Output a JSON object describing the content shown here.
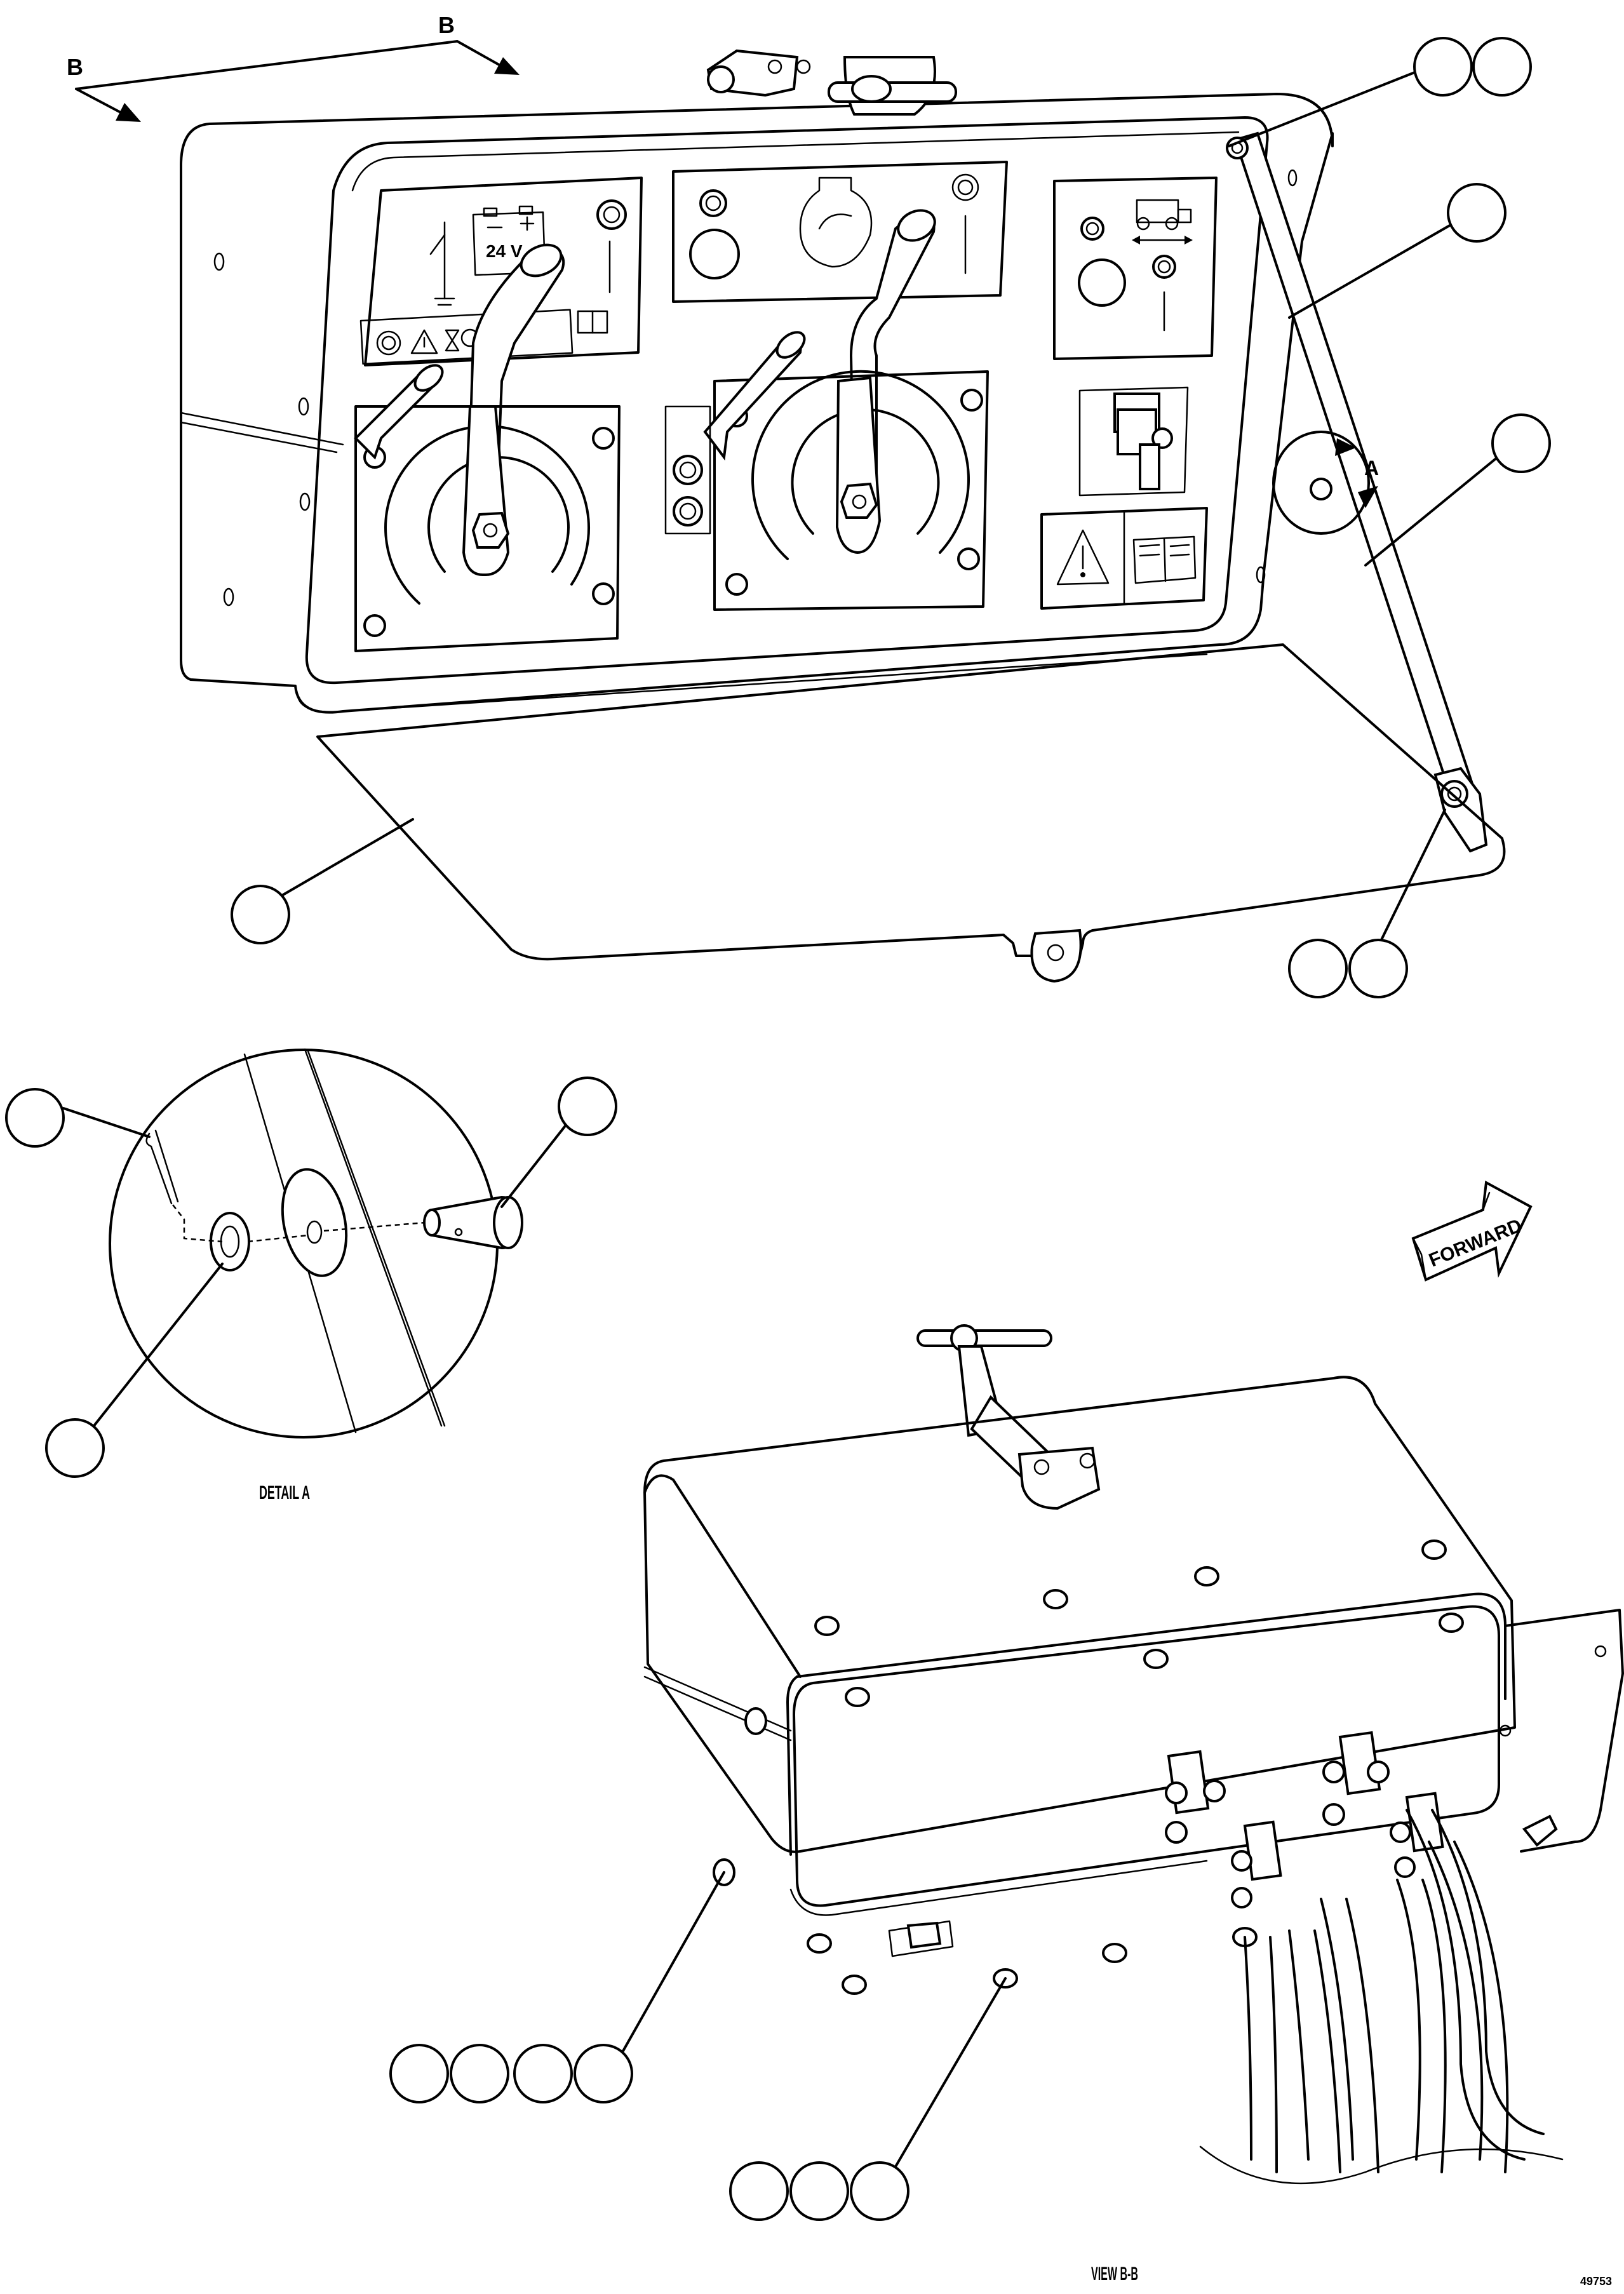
{
  "labels": {
    "view_mark_left": "B",
    "view_mark_top": "B",
    "detail_mark": "A",
    "detail_caption": "DETAIL A",
    "view_caption": "VIEW B-B",
    "forward_arrow": "FORWARD",
    "drawing_number": "49753",
    "battery_voltage": "24 V"
  },
  "icons": [
    "warning-triangle-icon",
    "manual-book-icon",
    "battery-icon",
    "hourglass-icon",
    "truck-icon",
    "double-arrow-icon"
  ],
  "callout_balloons": 17
}
